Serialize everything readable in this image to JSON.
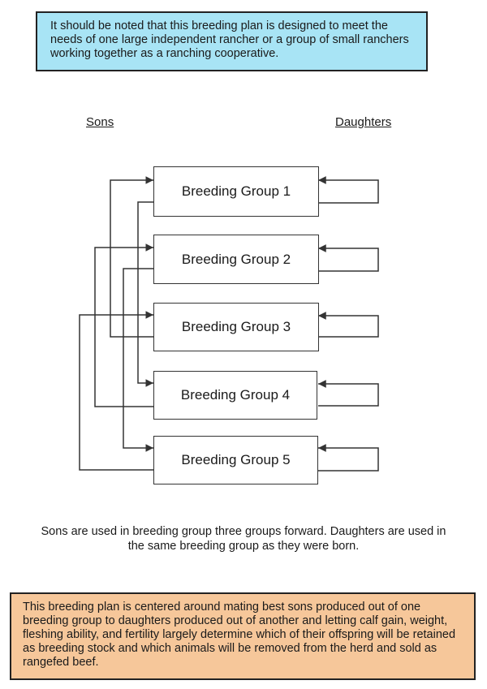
{
  "top_note": "It should be noted that this breeding plan is designed to meet the needs of one large independent rancher or a group of small ranchers working together as a ranching cooperative.",
  "labels": {
    "sons": "Sons",
    "daughters": "Daughters"
  },
  "groups": [
    "Breeding Group 1",
    "Breeding Group 2",
    "Breeding Group 3",
    "Breeding Group 4",
    "Breeding Group 5"
  ],
  "caption": "Sons are used in breeding group three groups forward.  Daughters are used in the same breeding group as they were born.",
  "bottom_note": "This breeding plan is centered around mating best sons produced out of one breeding group to daughters produced out of another and letting calf gain, weight, fleshing ability, and fertility largely determine which of their offspring will be retained as breeding stock and which animals will be removed from the herd and sold as rangefed beef.",
  "colors": {
    "top_note_bg": "#a8e4f5",
    "bottom_note_bg": "#f6c79a"
  }
}
